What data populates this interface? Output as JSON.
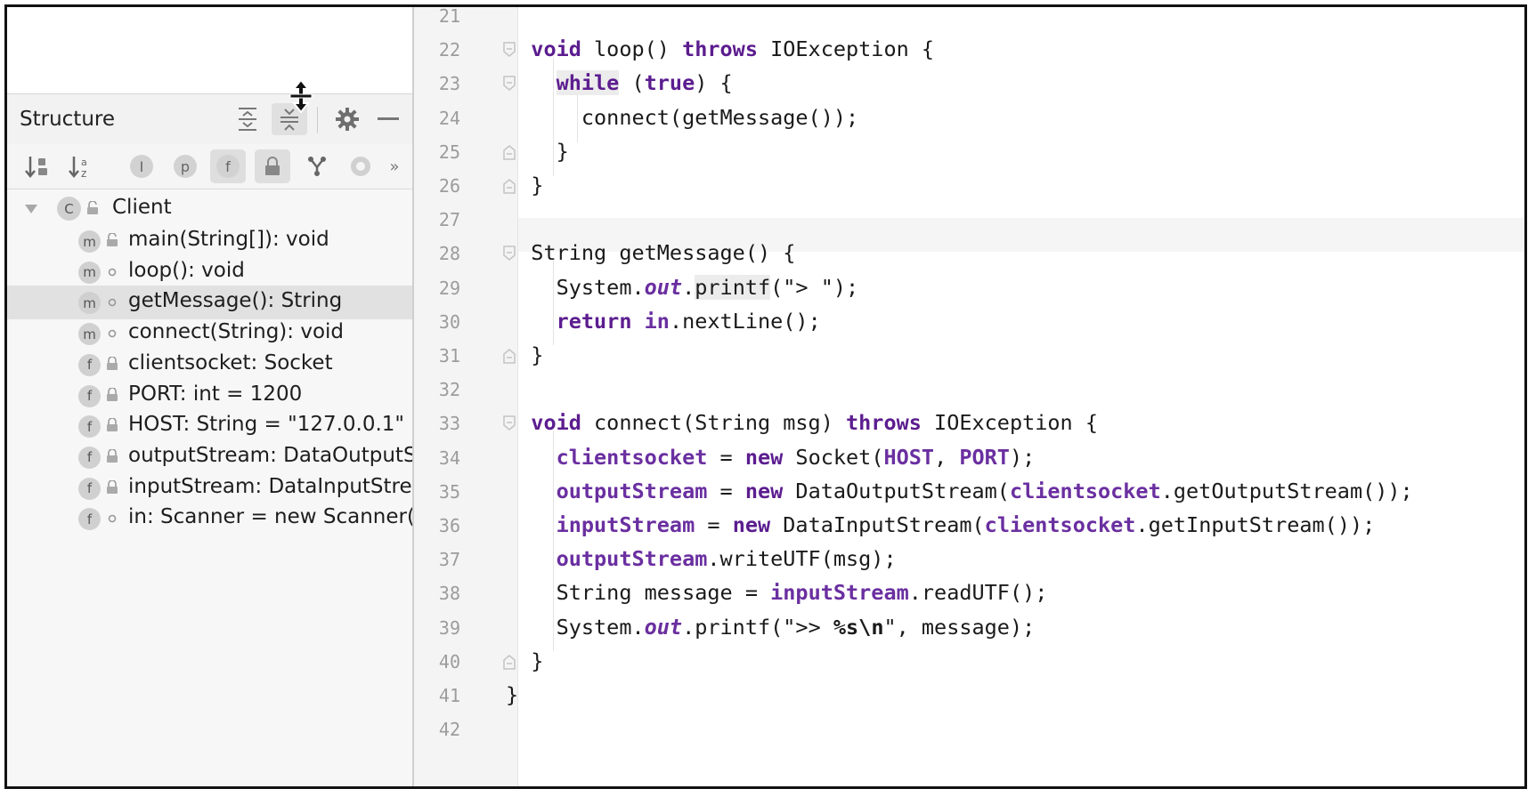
{
  "structure": {
    "title": "Structure",
    "tree": {
      "root": "Client",
      "members": [
        {
          "kind": "m",
          "visibility": "public",
          "label": "main(String[]): void"
        },
        {
          "kind": "m",
          "visibility": "package",
          "label": "loop(): void"
        },
        {
          "kind": "m",
          "visibility": "package",
          "label": "getMessage(): String",
          "selected": true
        },
        {
          "kind": "m",
          "visibility": "package",
          "label": "connect(String): void"
        },
        {
          "kind": "f",
          "visibility": "private",
          "label": "clientsocket: Socket"
        },
        {
          "kind": "f",
          "visibility": "private",
          "label": "PORT: int = 1200"
        },
        {
          "kind": "f",
          "visibility": "private",
          "label": "HOST: String = \"127.0.0.1\""
        },
        {
          "kind": "f",
          "visibility": "private",
          "label": "outputStream: DataOutputStream"
        },
        {
          "kind": "f",
          "visibility": "private",
          "label": "inputStream: DataInputStream"
        },
        {
          "kind": "f",
          "visibility": "package",
          "label": "in: Scanner = new Scanner(System.in)"
        }
      ]
    },
    "toolbar_icons": [
      "sort-by-visibility-icon",
      "sort-alphabetically-icon",
      "show-inherited-icon",
      "show-properties-icon",
      "show-fields-icon",
      "show-non-public-icon",
      "show-lambdas-icon",
      "show-anonymous-icon",
      "more-icon"
    ],
    "header_icons": [
      "expand-all-icon",
      "collapse-all-icon",
      "gear-icon",
      "hide-icon"
    ]
  },
  "editor": {
    "lines": [
      {
        "num": "21",
        "tokens": []
      },
      {
        "num": "22",
        "tokens": [
          {
            "t": "  "
          },
          {
            "t": "void",
            "c": "kw"
          },
          {
            "t": " loop() "
          },
          {
            "t": "throws",
            "c": "kw"
          },
          {
            "t": " IOException {"
          }
        ]
      },
      {
        "num": "23",
        "tokens": [
          {
            "t": "    "
          },
          {
            "t": "while",
            "c": "kw hl"
          },
          {
            "t": " ("
          },
          {
            "t": "true",
            "c": "kw"
          },
          {
            "t": ") {"
          }
        ]
      },
      {
        "num": "24",
        "tokens": [
          {
            "t": "      connect(getMessage());"
          }
        ]
      },
      {
        "num": "25",
        "tokens": [
          {
            "t": "    }"
          }
        ]
      },
      {
        "num": "26",
        "tokens": [
          {
            "t": "  }"
          }
        ]
      },
      {
        "num": "27",
        "tokens": []
      },
      {
        "num": "28",
        "tokens": [
          {
            "t": "  String getMessage() {"
          }
        ]
      },
      {
        "num": "29",
        "tokens": [
          {
            "t": "    System."
          },
          {
            "t": "out",
            "c": "ital"
          },
          {
            "t": "."
          },
          {
            "t": "printf",
            "c": "hl"
          },
          {
            "t": "(\"> \");"
          }
        ]
      },
      {
        "num": "30",
        "tokens": [
          {
            "t": "    "
          },
          {
            "t": "return",
            "c": "kw"
          },
          {
            "t": " "
          },
          {
            "t": "in",
            "c": "fld"
          },
          {
            "t": ".nextLine();"
          }
        ]
      },
      {
        "num": "31",
        "tokens": [
          {
            "t": "  }"
          }
        ]
      },
      {
        "num": "32",
        "tokens": []
      },
      {
        "num": "33",
        "tokens": [
          {
            "t": "  "
          },
          {
            "t": "void",
            "c": "kw"
          },
          {
            "t": " connect(String msg) "
          },
          {
            "t": "throws",
            "c": "kw"
          },
          {
            "t": " IOException {"
          }
        ]
      },
      {
        "num": "34",
        "tokens": [
          {
            "t": "    "
          },
          {
            "t": "clientsocket",
            "c": "fld"
          },
          {
            "t": " = "
          },
          {
            "t": "new",
            "c": "kw"
          },
          {
            "t": " Socket("
          },
          {
            "t": "HOST",
            "c": "fld"
          },
          {
            "t": ", "
          },
          {
            "t": "PORT",
            "c": "fld"
          },
          {
            "t": ");"
          }
        ]
      },
      {
        "num": "35",
        "tokens": [
          {
            "t": "    "
          },
          {
            "t": "outputStream",
            "c": "fld"
          },
          {
            "t": " = "
          },
          {
            "t": "new",
            "c": "kw"
          },
          {
            "t": " DataOutputStream("
          },
          {
            "t": "clientsocket",
            "c": "fld"
          },
          {
            "t": ".getOutputStream());"
          }
        ]
      },
      {
        "num": "36",
        "tokens": [
          {
            "t": "    "
          },
          {
            "t": "inputStream",
            "c": "fld"
          },
          {
            "t": " = "
          },
          {
            "t": "new",
            "c": "kw"
          },
          {
            "t": " DataInputStream("
          },
          {
            "t": "clientsocket",
            "c": "fld"
          },
          {
            "t": ".getInputStream());"
          }
        ]
      },
      {
        "num": "37",
        "tokens": [
          {
            "t": "    "
          },
          {
            "t": "outputStream",
            "c": "fld"
          },
          {
            "t": ".writeUTF(msg);"
          }
        ]
      },
      {
        "num": "38",
        "tokens": [
          {
            "t": "    String message = "
          },
          {
            "t": "inputStream",
            "c": "fld"
          },
          {
            "t": ".readUTF();"
          }
        ]
      },
      {
        "num": "39",
        "tokens": [
          {
            "t": "    System."
          },
          {
            "t": "out",
            "c": "ital"
          },
          {
            "t": ".printf(\">> "
          },
          {
            "t": "%s\\n",
            "c": "kwb"
          },
          {
            "t": "\", message);"
          }
        ]
      },
      {
        "num": "40",
        "tokens": [
          {
            "t": "  }"
          }
        ]
      },
      {
        "num": "41",
        "tokens": [
          {
            "t": "}"
          }
        ]
      },
      {
        "num": "42",
        "tokens": []
      }
    ]
  },
  "colors": {
    "keyword": "#5c1d8f",
    "field": "#6a2fa0",
    "gutter": "#f4f4f4",
    "panel": "#f7f7f7"
  }
}
